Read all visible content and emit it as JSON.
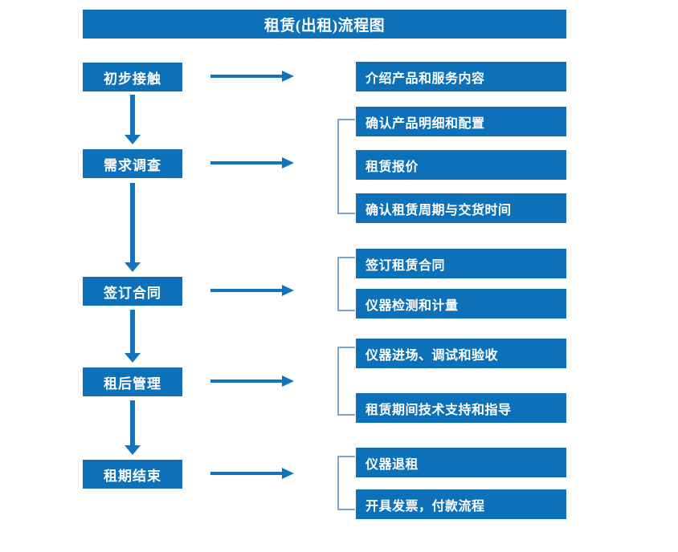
{
  "chart_data": {
    "type": "diagram",
    "title": "租赁(出租)流程图",
    "diagram_kind": "flowchart",
    "orientation": "vertical-stages-with-right-details",
    "stages": [
      {
        "label": "初步接触",
        "details": [
          "介绍产品和服务内容"
        ],
        "bracketed": false
      },
      {
        "label": "需求调查",
        "details": [
          "确认产品明细和配置",
          "租赁报价",
          "确认租赁周期与交货时间"
        ],
        "bracketed": true
      },
      {
        "label": "签订合同",
        "details": [
          "签订租赁合同",
          "仪器检测和计量"
        ],
        "bracketed": true
      },
      {
        "label": "租后管理",
        "details": [
          "仪器进场、调试和验收",
          "租赁期间技术支持和指导"
        ],
        "bracketed": true
      },
      {
        "label": "租期结束",
        "details": [
          "仪器退租",
          "开具发票，付款流程"
        ],
        "bracketed": true
      }
    ]
  },
  "title": {
    "text": "租赁(出租)流程图"
  },
  "colors": {
    "box_fill": "#0c71b9",
    "box_text": "#ffffff",
    "arrow": "#1274bd",
    "bracket": "#7aa6d2",
    "background": "#ffffff"
  },
  "stages": [
    {
      "label": "初步接触"
    },
    {
      "label": "需求调查"
    },
    {
      "label": "签订合同"
    },
    {
      "label": "租后管理"
    },
    {
      "label": "租期结束"
    }
  ],
  "details": [
    {
      "label": "介绍产品和服务内容"
    },
    {
      "label": "确认产品明细和配置"
    },
    {
      "label": "租赁报价"
    },
    {
      "label": "确认租赁周期与交货时间"
    },
    {
      "label": "签订租赁合同"
    },
    {
      "label": "仪器检测和计量"
    },
    {
      "label": "仪器进场、调试和验收"
    },
    {
      "label": "租赁期间技术支持和指导"
    },
    {
      "label": "仪器退租"
    },
    {
      "label": "开具发票，付款流程"
    }
  ]
}
